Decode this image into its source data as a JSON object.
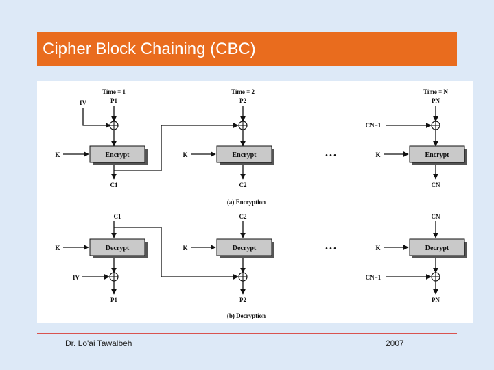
{
  "slide": {
    "title": "Cipher Block Chaining (CBC)",
    "author": "Dr. Lo'ai Tawalbeh",
    "year": "2007"
  },
  "colors": {
    "title_bar": "#e96c1e",
    "background": "#dde9f7",
    "block": "#c9c9c9"
  },
  "diagram": {
    "time_labels": [
      "Time = 1",
      "Time = 2",
      "Time = N"
    ],
    "key_label": "K",
    "iv_label": "IV",
    "encrypt_label": "Encrypt",
    "decrypt_label": "Decrypt",
    "plaintexts": [
      "P1",
      "P2",
      "PN"
    ],
    "ciphertexts": [
      "C1",
      "C2",
      "CN"
    ],
    "prev_cipher_label": "CN−1",
    "ellipsis": "• • •",
    "caption_encryption": "(a) Encryption",
    "caption_decryption": "(b) Decryption"
  }
}
